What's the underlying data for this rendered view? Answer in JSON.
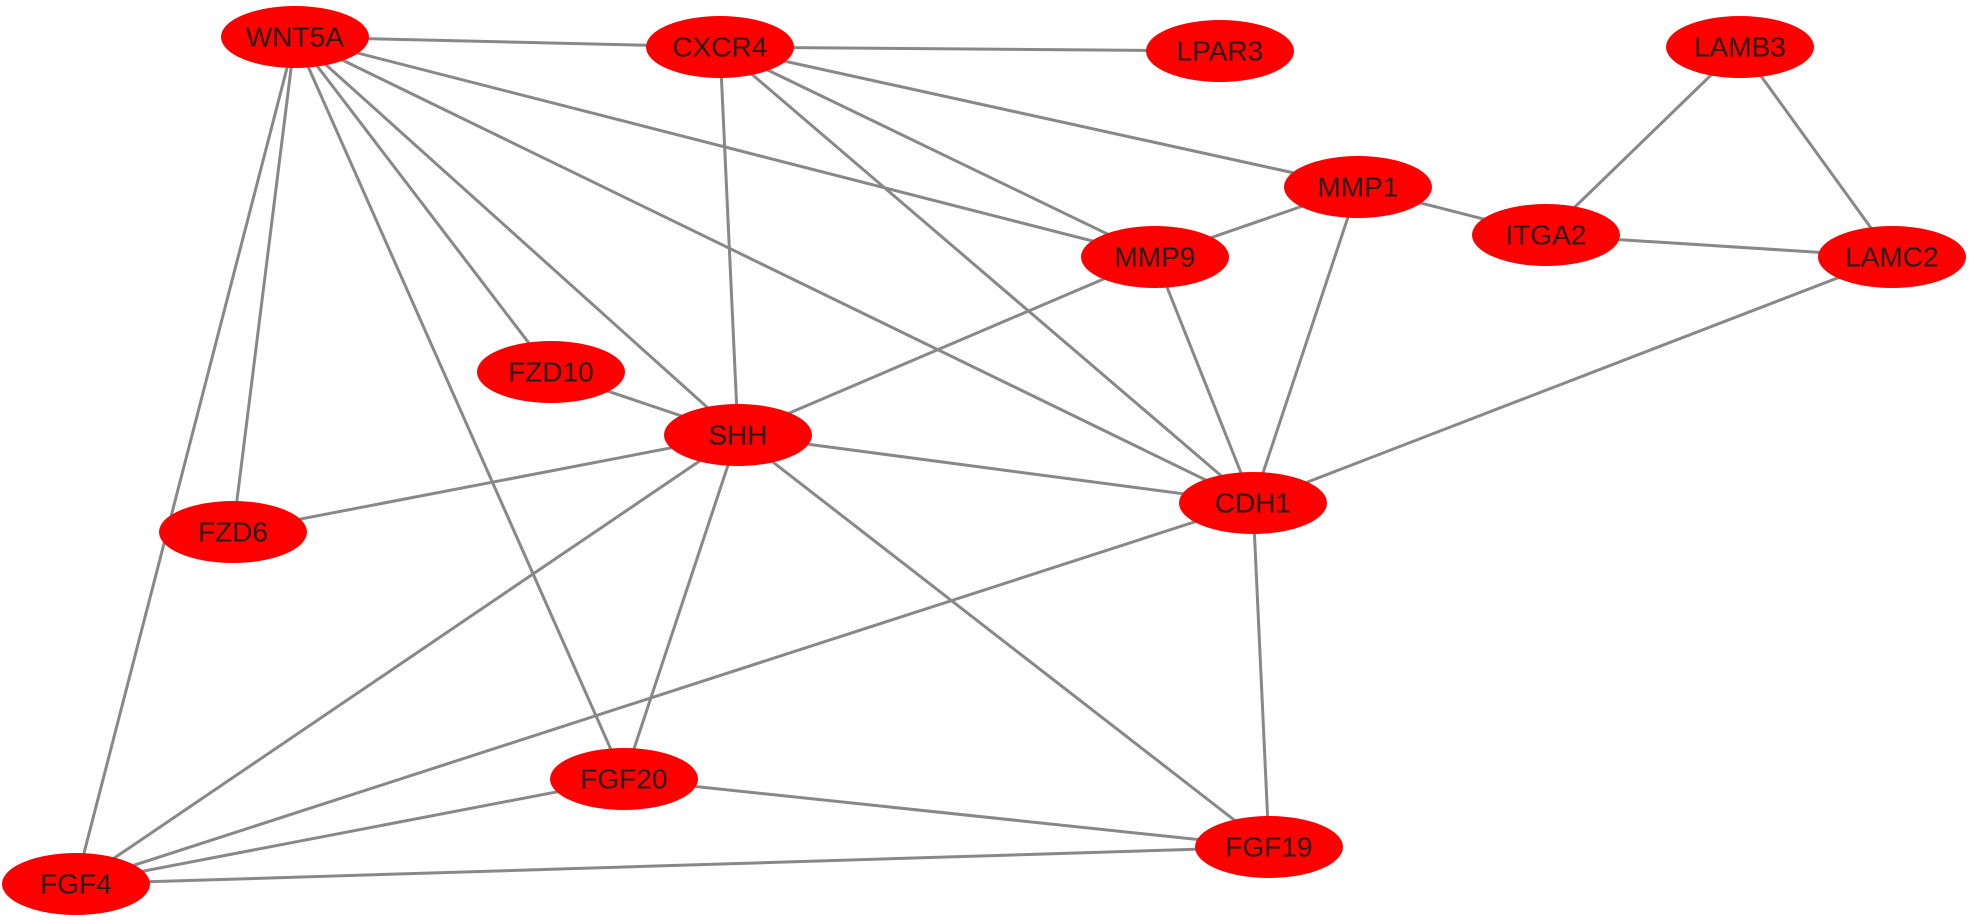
{
  "colors": {
    "node_fill": "#ff0000",
    "edge_stroke": "#888888",
    "label_color": "#2a1a1a",
    "background": "#ffffff"
  },
  "nodes": [
    {
      "id": "WNT5A",
      "label": "WNT5A"
    },
    {
      "id": "CXCR4",
      "label": "CXCR4"
    },
    {
      "id": "LPAR3",
      "label": "LPAR3"
    },
    {
      "id": "LAMB3",
      "label": "LAMB3"
    },
    {
      "id": "MMP1",
      "label": "MMP1"
    },
    {
      "id": "ITGA2",
      "label": "ITGA2"
    },
    {
      "id": "MMP9",
      "label": "MMP9"
    },
    {
      "id": "LAMC2",
      "label": "LAMC2"
    },
    {
      "id": "FZD10",
      "label": "FZD10"
    },
    {
      "id": "SHH",
      "label": "SHH"
    },
    {
      "id": "CDH1",
      "label": "CDH1"
    },
    {
      "id": "FZD6",
      "label": "FZD6"
    },
    {
      "id": "FGF20",
      "label": "FGF20"
    },
    {
      "id": "FGF19",
      "label": "FGF19"
    },
    {
      "id": "FGF4",
      "label": "FGF4"
    }
  ],
  "edges": [
    [
      "WNT5A",
      "CXCR4"
    ],
    [
      "WNT5A",
      "MMP9"
    ],
    [
      "WNT5A",
      "CDH1"
    ],
    [
      "WNT5A",
      "SHH"
    ],
    [
      "WNT5A",
      "FZD10"
    ],
    [
      "WNT5A",
      "FZD6"
    ],
    [
      "WNT5A",
      "FGF4"
    ],
    [
      "WNT5A",
      "FGF20"
    ],
    [
      "CXCR4",
      "LPAR3"
    ],
    [
      "CXCR4",
      "MMP1"
    ],
    [
      "CXCR4",
      "MMP9"
    ],
    [
      "CXCR4",
      "CDH1"
    ],
    [
      "CXCR4",
      "SHH"
    ],
    [
      "LAMB3",
      "ITGA2"
    ],
    [
      "LAMB3",
      "LAMC2"
    ],
    [
      "MMP1",
      "ITGA2"
    ],
    [
      "MMP1",
      "MMP9"
    ],
    [
      "MMP1",
      "CDH1"
    ],
    [
      "ITGA2",
      "LAMC2"
    ],
    [
      "MMP9",
      "SHH"
    ],
    [
      "MMP9",
      "CDH1"
    ],
    [
      "LAMC2",
      "CDH1"
    ],
    [
      "FZD10",
      "SHH"
    ],
    [
      "SHH",
      "CDH1"
    ],
    [
      "SHH",
      "FZD6"
    ],
    [
      "SHH",
      "FGF4"
    ],
    [
      "SHH",
      "FGF20"
    ],
    [
      "SHH",
      "FGF19"
    ],
    [
      "CDH1",
      "FGF19"
    ],
    [
      "CDH1",
      "FGF4"
    ],
    [
      "FGF20",
      "FGF4"
    ],
    [
      "FGF20",
      "FGF19"
    ],
    [
      "FGF4",
      "FGF19"
    ]
  ]
}
